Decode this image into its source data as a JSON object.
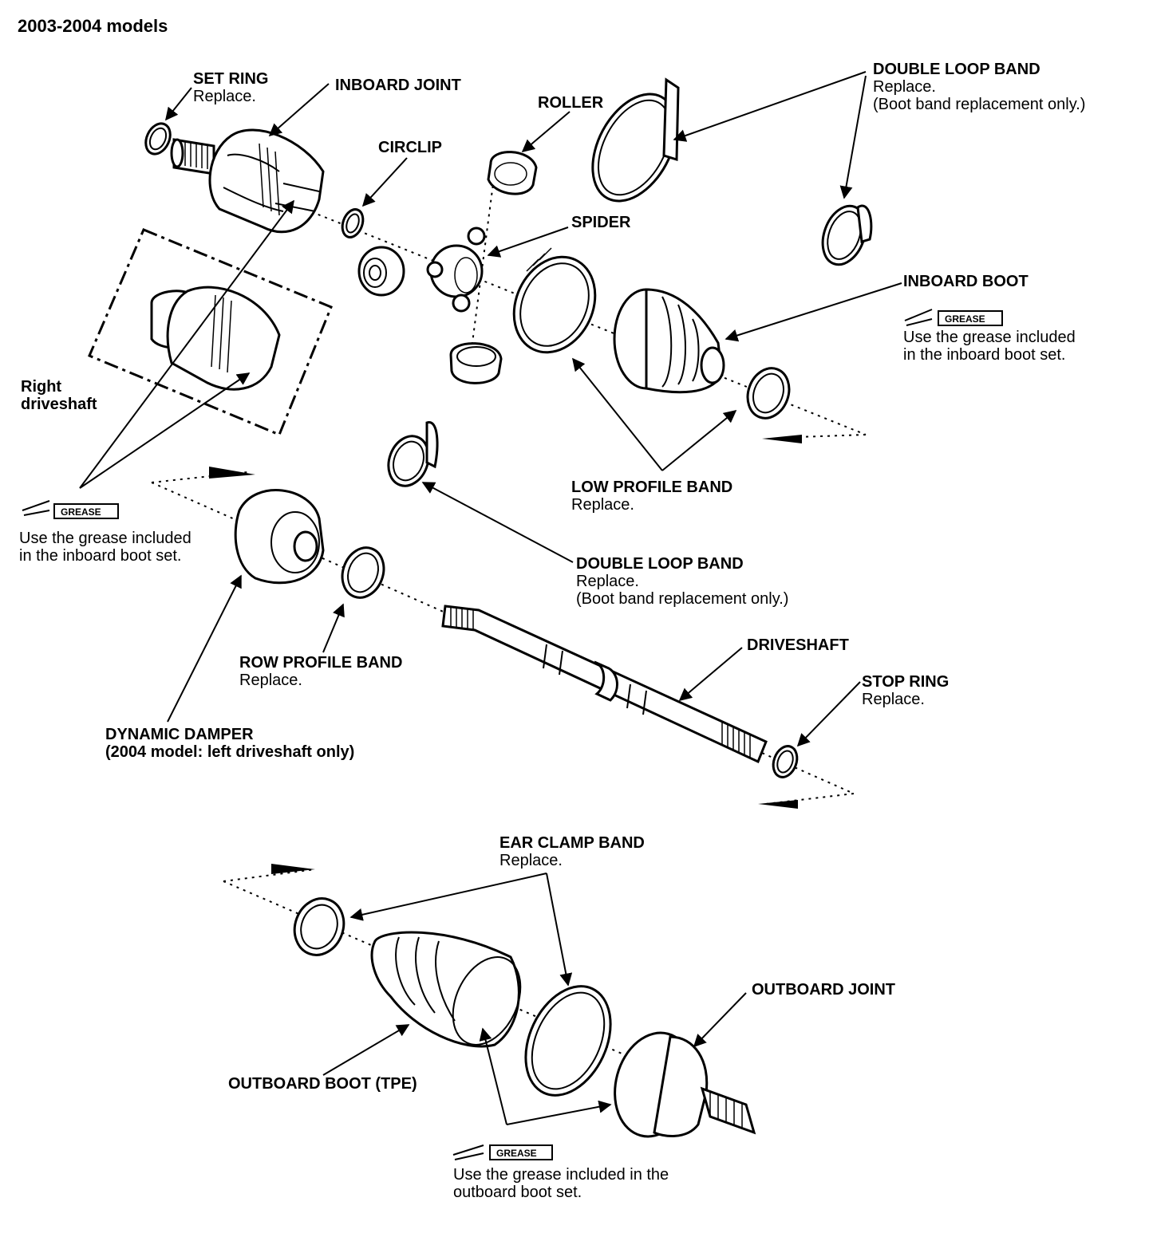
{
  "title": "2003-2004 models",
  "labels": {
    "set_ring": {
      "name": "SET RING",
      "note": "Replace."
    },
    "inboard_joint": {
      "name": "INBOARD JOINT"
    },
    "roller": {
      "name": "ROLLER"
    },
    "circlip": {
      "name": "CIRCLIP"
    },
    "spider": {
      "name": "SPIDER"
    },
    "double_loop_band_top": {
      "name": "DOUBLE LOOP BAND",
      "note": "Replace.",
      "note2": "(Boot band replacement only.)"
    },
    "inboard_boot": {
      "name": "INBOARD BOOT",
      "note": "Use the grease included",
      "note2": "in the inboard boot set."
    },
    "right_driveshaft": {
      "line1": "Right",
      "line2": "driveshaft"
    },
    "grease_left": {
      "note": "Use the grease included",
      "note2": "in the inboard boot set."
    },
    "low_profile_band": {
      "name": "LOW PROFILE BAND",
      "note": "Replace."
    },
    "double_loop_band_mid": {
      "name": "DOUBLE LOOP BAND",
      "note": "Replace.",
      "note2": "(Boot band replacement only.)"
    },
    "row_profile_band": {
      "name": "ROW PROFILE BAND",
      "note": "Replace."
    },
    "driveshaft": {
      "name": "DRIVESHAFT"
    },
    "stop_ring": {
      "name": "STOP RING",
      "note": "Replace."
    },
    "dynamic_damper": {
      "name": "DYNAMIC DAMPER",
      "note": "(2004 model: left driveshaft only)"
    },
    "ear_clamp_band": {
      "name": "EAR CLAMP BAND",
      "note": "Replace."
    },
    "outboard_joint": {
      "name": "OUTBOARD JOINT"
    },
    "outboard_boot": {
      "name": "OUTBOARD BOOT (TPE)"
    },
    "grease_bottom": {
      "note": "Use the grease included in the",
      "note2": "outboard boot set."
    }
  },
  "grease_tag": "GREASE"
}
